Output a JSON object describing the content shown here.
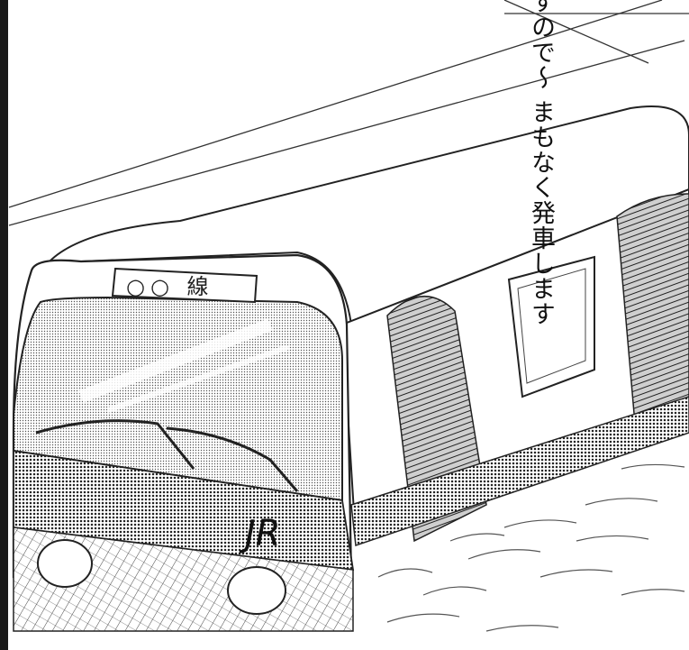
{
  "panel": {
    "destination_sign": "○○ 線",
    "logo": "JR",
    "speech_lines": [
      "まもなく発車します",
      "危険ですので～"
    ]
  },
  "colors": {
    "ink": "#111111",
    "screentone": "#9a9a9a",
    "paper": "#ffffff",
    "gutter": "#1a1a1a"
  }
}
